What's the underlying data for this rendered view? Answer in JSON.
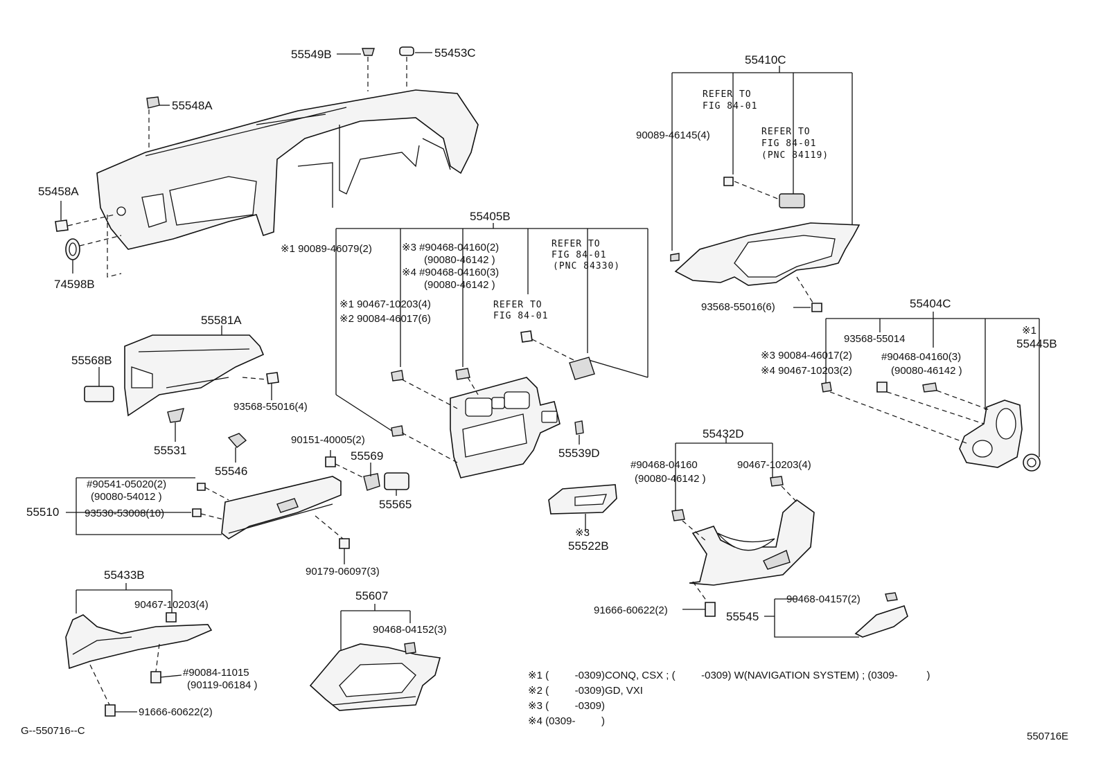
{
  "callouts": {
    "p55549B": "55549B",
    "p55453C": "55453C",
    "p55548A": "55548A",
    "p55458A": "55458A",
    "p74598B": "74598B",
    "p55410C": "55410C",
    "p90089_46145": "90089-46145(4)",
    "p93568_55016_6": "93568-55016(6)",
    "p55405B": "55405B",
    "s1_90089_46079": "※1 90089-46079(2)",
    "s3_90468_04160": "※3 #90468-04160(2)",
    "s3_90080_46142": "(90080-46142 )",
    "s4_90468_04160": "※4 #90468-04160(3)",
    "s4_90080_46142": "(90080-46142 )",
    "s1_90467_10203": "※1 90467-10203(4)",
    "s2_90084_46017": "※2 90084-46017(6)",
    "p55581A": "55581A",
    "p55568B": "55568B",
    "p93568_55016_4": "93568-55016(4)",
    "p55531": "55531",
    "p55546": "55546",
    "p90151_40005": "90151-40005(2)",
    "p55569": "55569",
    "p55565": "55565",
    "p55539D": "55539D",
    "p55404C": "55404C",
    "p93568_55014": "93568-55014",
    "s3_90084_46017_2": "※3 90084-46017(2)",
    "s4_90467_10203_2": "※4 90467-10203(2)",
    "h90468_04160_3": "#90468-04160(3)",
    "h90080_46142_b": "(90080-46142 )",
    "s1_55445B_mark": "※1",
    "p55445B": "55445B",
    "p55432D": "55432D",
    "h90468_04160": "#90468-04160",
    "h90080_46142_c": "(90080-46142 )",
    "p90467_10203_4": "90467-10203(4)",
    "h90541_05020": "#90541-05020(2)",
    "p90080_54012": "(90080-54012 )",
    "p55510": "55510",
    "p93530_53008": "93530-53008(10)",
    "p90179_06097": "90179-06097(3)",
    "s3_55522B_mark": "※3",
    "p55522B": "55522B",
    "p91666_60622_a": "91666-60622(2)",
    "p55545": "55545",
    "p90468_04157": "90468-04157(2)",
    "p55433B": "55433B",
    "p90467_10203_433": "90467-10203(4)",
    "h90084_11015": "#90084-11015",
    "p90119_06184": "(90119-06184 )",
    "p91666_60622_b": "91666-60622(2)",
    "p55607": "55607",
    "p90468_04152": "90468-04152(3)"
  },
  "refer": {
    "r1_l1": "REFER TO",
    "r1_l2": "FIG 84-01",
    "r2_l1": "REFER TO",
    "r2_l2": "FIG 84-01",
    "r2_l3": "(PNC 84119)",
    "r3_l1": "REFER TO",
    "r3_l2": "FIG 84-01",
    "r3_l3": "(PNC 84330)",
    "r4_l1": "REFER TO",
    "r4_l2": "FIG 84-01"
  },
  "notes": {
    "n1": "※1 (         -0309)CONQ, CSX ; (         -0309) W(NAVIGATION SYSTEM) ; (0309-          )",
    "n2": "※2 (         -0309)GD, VXI",
    "n3": "※3 (         -0309)",
    "n4": "※4 (0309-         )"
  },
  "codes": {
    "figure_code": "G--550716--C",
    "image_code": "550716E"
  }
}
